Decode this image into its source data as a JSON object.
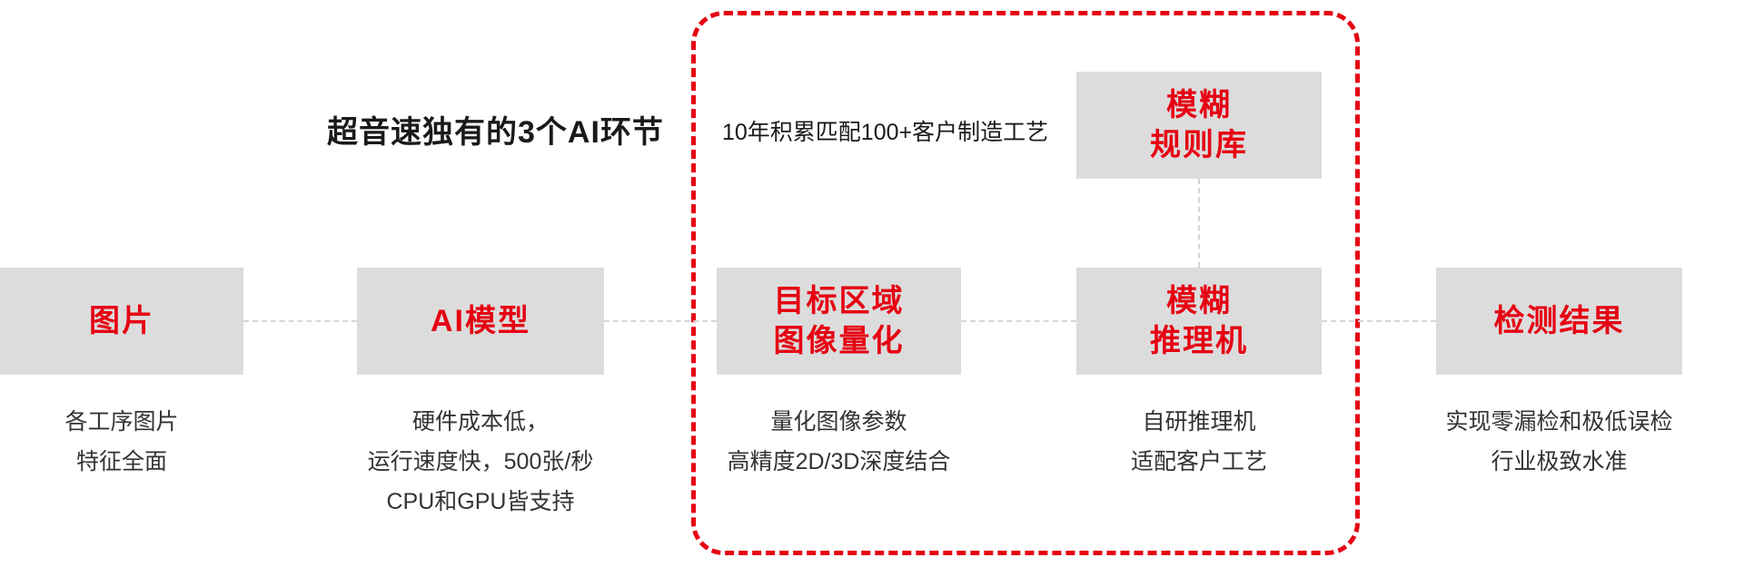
{
  "diagram": {
    "title": "超音速独有的3个AI环节",
    "frame_annotation": "10年积累匹配100+客户制造工艺",
    "colors": {
      "accent_red": "#e60012",
      "box_gray": "#dcdcdc",
      "connector_gray": "#d6d6d6",
      "text_dark": "#333333"
    },
    "rule_base": {
      "label": [
        "模糊",
        "规则库"
      ]
    },
    "nodes": [
      {
        "label": [
          "图片"
        ],
        "desc": [
          "各工序图片",
          "特征全面"
        ]
      },
      {
        "label": [
          "AI模型"
        ],
        "desc": [
          "硬件成本低，",
          "运行速度快，500张/秒",
          "CPU和GPU皆支持"
        ]
      },
      {
        "label": [
          "目标区域",
          "图像量化"
        ],
        "desc": [
          "量化图像参数",
          "高精度2D/3D深度结合"
        ]
      },
      {
        "label": [
          "模糊",
          "推理机"
        ],
        "desc": [
          "自研推理机",
          "适配客户工艺"
        ]
      },
      {
        "label": [
          "检测结果"
        ],
        "desc": [
          "实现零漏检和极低误检",
          "行业极致水准"
        ]
      }
    ]
  }
}
